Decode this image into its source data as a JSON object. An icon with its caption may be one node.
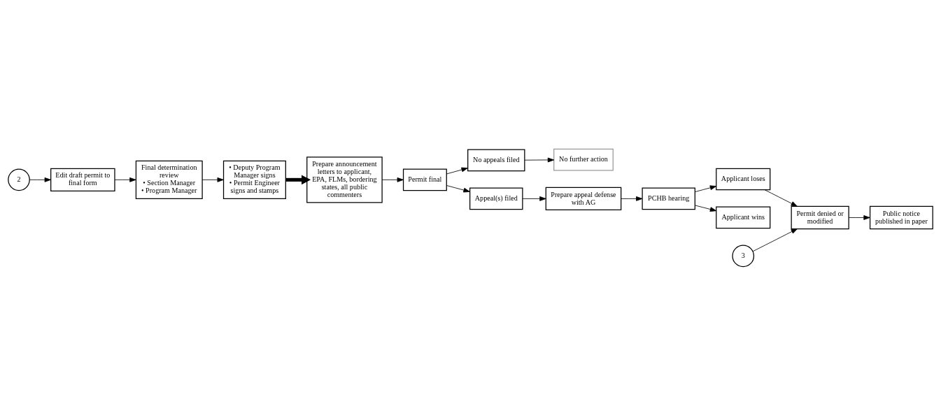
{
  "diagram": {
    "nodes": [
      {
        "text": [
          "2"
        ]
      },
      {
        "text": [
          "Edit draft permit to final form"
        ]
      },
      {
        "text": [
          "Final determination review",
          "• Section Manager",
          "• Program Manager"
        ]
      },
      {
        "text": [
          "• Deputy Program Manager signs",
          "• Permit Engineer signs and stamps"
        ]
      },
      {
        "text": [
          "Prepare announcement letters to applicant, EPA, FLMs, bordering states, all public commenters"
        ]
      },
      {
        "text": [
          "Permit final"
        ]
      },
      {
        "text": [
          "No appeals filed"
        ]
      },
      {
        "text": [
          "No further action"
        ]
      },
      {
        "text": [
          "3"
        ]
      },
      {
        "text": [
          "Permit denied or modified"
        ]
      },
      {
        "text": [
          "Public notice published in paper"
        ]
      },
      {
        "text": [
          "Appeal(s) filed"
        ]
      },
      {
        "text": [
          "Prepare appeal defense with AG"
        ]
      },
      {
        "text": [
          "PCHB hearing"
        ]
      },
      {
        "text": [
          "Applicant loses"
        ]
      },
      {
        "text": [
          "Applicant wins"
        ]
      }
    ],
    "edges": [
      {
        "from": 0,
        "to": 1,
        "arrow": "to"
      },
      {
        "from": 1,
        "to": 2,
        "arrow": "to"
      },
      {
        "from": 2,
        "to": 3,
        "arrow": "to"
      },
      {
        "from": 3,
        "to": 4,
        "arrow": "to",
        "style": "thick"
      },
      {
        "from": 4,
        "to": 5,
        "arrow": "to"
      },
      {
        "from": 5,
        "to": 6,
        "arrow": "to"
      },
      {
        "from": 6,
        "to": 7,
        "arrow": "to"
      },
      {
        "from": 5,
        "to": 11,
        "arrow": "to"
      },
      {
        "from": 11,
        "to": 12,
        "arrow": "to"
      },
      {
        "from": 12,
        "to": 13,
        "arrow": "to"
      },
      {
        "from": 13,
        "to": 14,
        "arrow": "to"
      },
      {
        "from": 14,
        "to": 9,
        "arrow": "to"
      },
      {
        "from": 13,
        "to": 15,
        "arrow": "to"
      },
      {
        "from": 8,
        "to": 9,
        "arrow": "to"
      },
      {
        "from": 9,
        "to": 10,
        "arrow": "to"
      }
    ]
  }
}
